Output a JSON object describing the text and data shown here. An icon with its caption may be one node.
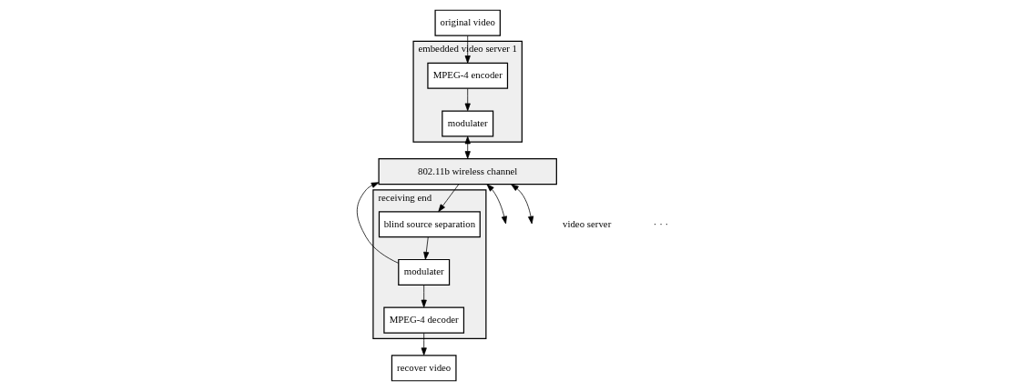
{
  "diagram": {
    "nodes": [
      {
        "text": [
          "embedded video server 1"
        ]
      },
      {
        "text": [
          "MPEG-4 encoder"
        ],
        "in": 0
      },
      {
        "text": [
          "modulater"
        ],
        "in": 0
      },
      {
        "text": [
          "original video"
        ]
      },
      {
        "text": [
          "receiving end"
        ]
      },
      {
        "text": [
          "MPEG-4 decoder"
        ],
        "in": 4
      },
      {
        "text": [
          "modulater"
        ],
        "in": 4
      },
      {
        "text": [
          "blind source separation"
        ],
        "in": 4
      },
      {
        "text": [
          "recover video"
        ]
      },
      {
        "text": [
          "802.11b wireless channel"
        ]
      }
    ],
    "edges": [
      {
        "from": 3,
        "to": 1,
        "arrow": "to"
      },
      {
        "from": 1,
        "to": 2,
        "arrow": "to"
      },
      {
        "from": 2,
        "to": 9,
        "arrow": "both"
      },
      {
        "from": 6,
        "to": 9,
        "arrow": "to"
      },
      {
        "from": 9,
        "to": 7,
        "arrow": "to"
      },
      {
        "from": 7,
        "to": 6,
        "arrow": "to"
      },
      {
        "from": 6,
        "to": 5,
        "arrow": "to"
      },
      {
        "from": 5,
        "to": 8,
        "arrow": "to"
      },
      {
        "from": 9,
        "to": null,
        "arrow": "both"
      },
      {
        "from": 9,
        "to": null,
        "arrow": "both"
      }
    ],
    "labels": [
      "video server",
      "· · ·"
    ]
  }
}
